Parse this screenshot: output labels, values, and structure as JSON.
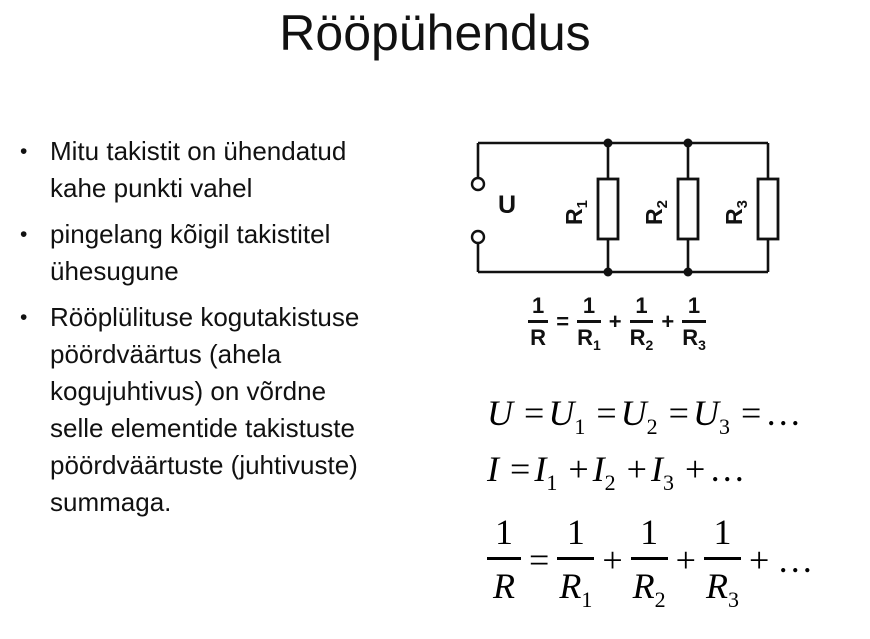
{
  "colors": {
    "ink": "#111111",
    "page": "#ffffff"
  },
  "title": "Rööpühendus",
  "bullet_char": "•",
  "bullets": [
    {
      "text": "Mitu takistit on ühendatud\nkahe punkti vahel"
    },
    {
      "text": "pingelang kõigil takistitel\nühesugune"
    },
    {
      "text": "Rööplülituse kogutakistuse\npöördväärtus (ahela\nkogujuhtivus) on võrdne\nselle elementide takistuste\npöördväärtuste (juhtivuste)\nsummaga."
    }
  ],
  "circuit": {
    "voltage_label": "U",
    "resistor_labels": [
      {
        "base": "R",
        "sub": "1"
      },
      {
        "base": "R",
        "sub": "2"
      },
      {
        "base": "R",
        "sub": "3"
      }
    ],
    "formula": {
      "equals": "=",
      "plus": "+",
      "lhs": {
        "num": "1",
        "den": "R",
        "dsub": ""
      },
      "terms": [
        {
          "num": "1",
          "den": "R",
          "dsub": "1"
        },
        {
          "num": "1",
          "den": "R",
          "dsub": "2"
        },
        {
          "num": "1",
          "den": "R",
          "dsub": "3"
        }
      ]
    }
  },
  "math": {
    "sym": {
      "equals": "=",
      "plus": "+",
      "dots": "…"
    },
    "eq_voltage": {
      "lhs": "U",
      "terms": [
        {
          "b": "U",
          "s": "1"
        },
        {
          "b": "U",
          "s": "2"
        },
        {
          "b": "U",
          "s": "3"
        }
      ]
    },
    "eq_current": {
      "lhs": "I",
      "terms": [
        {
          "b": "I",
          "s": "1"
        },
        {
          "b": "I",
          "s": "2"
        },
        {
          "b": "I",
          "s": "3"
        }
      ]
    },
    "eq_resistance": {
      "lhs": {
        "num": "1",
        "den": "R",
        "dsub": ""
      },
      "terms": [
        {
          "num": "1",
          "den": "R",
          "dsub": "1"
        },
        {
          "num": "1",
          "den": "R",
          "dsub": "2"
        },
        {
          "num": "1",
          "den": "R",
          "dsub": "3"
        }
      ]
    }
  }
}
